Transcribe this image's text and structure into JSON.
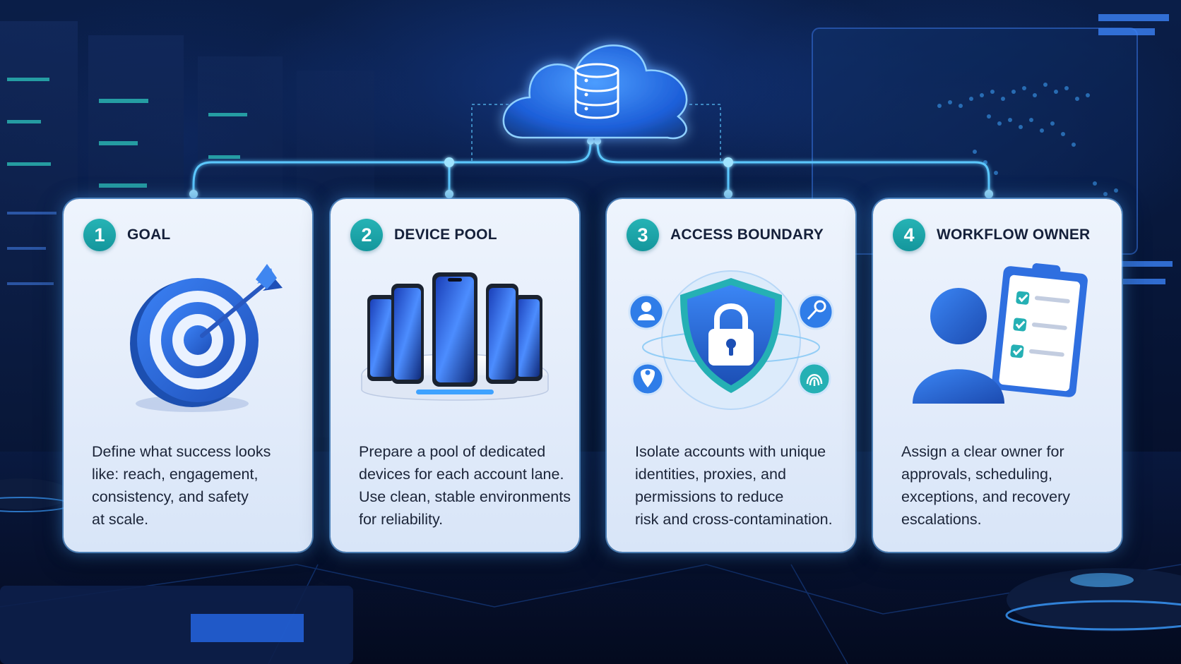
{
  "colors": {
    "badge": "#1ca6aa",
    "accent_blue": "#1f5fd1",
    "glow": "#4fc3ff",
    "card_bg": "#e6eefb",
    "text": "#1b2438"
  },
  "hub": {
    "icon": "cloud-database-icon"
  },
  "cards": [
    {
      "number": "1",
      "title": "GOAL",
      "icon": "target-arrow-icon",
      "description": "Define what success looks\nlike: reach, engagement,\nconsistency, and safety\nat scale."
    },
    {
      "number": "2",
      "title": "DEVICE POOL",
      "icon": "smartphones-stand-icon",
      "description": "Prepare a pool of dedicated\ndevices for each account lane.\nUse clean, stable environments\nfor reliability."
    },
    {
      "number": "3",
      "title": "ACCESS BOUNDARY",
      "icon": "shield-lock-icon",
      "description": "Isolate accounts with unique\nidentities, proxies, and\npermissions to reduce\nrisk and cross-contamination."
    },
    {
      "number": "4",
      "title": "WORKFLOW OWNER",
      "icon": "person-checklist-icon",
      "description": "Assign a clear owner for\napprovals, scheduling,\nexceptions, and recovery\nescalations."
    }
  ]
}
